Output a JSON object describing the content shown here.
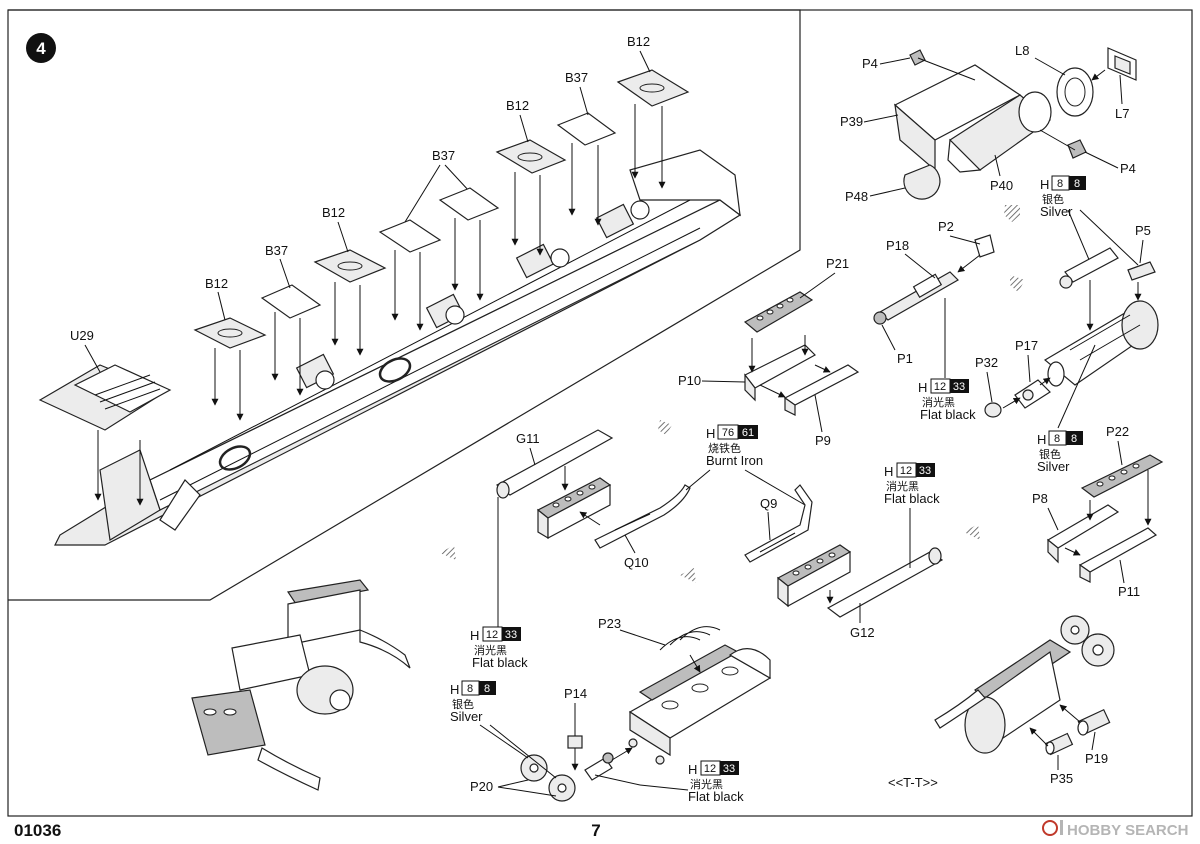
{
  "page": {
    "step_number": "4",
    "kit_number": "01036",
    "page_number": "7",
    "view_note": "<<T-T>>",
    "watermark": "HOBBY SEARCH"
  },
  "part_labels": {
    "B12_a": "B12",
    "B12_b": "B12",
    "B12_c": "B12",
    "B12_d": "B12",
    "B37_a": "B37",
    "B37_b": "B37",
    "B37_c": "B37",
    "U29": "U29",
    "P4_a": "P4",
    "P4_b": "P4",
    "L8": "L8",
    "L7": "L7",
    "P39": "P39",
    "P40": "P40",
    "P48": "P48",
    "P2": "P2",
    "P18": "P18",
    "P1": "P1",
    "P5": "P5",
    "P17": "P17",
    "P32": "P32",
    "P21": "P21",
    "P10": "P10",
    "P9": "P9",
    "P22": "P22",
    "P8": "P8",
    "P11": "P11",
    "G11": "G11",
    "Q10": "Q10",
    "Q9": "Q9",
    "G12": "G12",
    "P23": "P23",
    "P14": "P14",
    "P20": "P20",
    "P19": "P19",
    "P35": "P35"
  },
  "paint_callouts": [
    {
      "id": "silver_1",
      "prefix": "H",
      "code_a": "8",
      "code_b": "8",
      "cn": "银色",
      "en": "Silver"
    },
    {
      "id": "flatblack_1",
      "prefix": "H",
      "code_a": "12",
      "code_b": "33",
      "cn": "消光黑",
      "en": "Flat black"
    },
    {
      "id": "silver_2",
      "prefix": "H",
      "code_a": "8",
      "code_b": "8",
      "cn": "银色",
      "en": "Silver"
    },
    {
      "id": "burntiron",
      "prefix": "H",
      "code_a": "76",
      "code_b": "61",
      "cn": "烧铁色",
      "en": "Burnt Iron"
    },
    {
      "id": "flatblack_2",
      "prefix": "H",
      "code_a": "12",
      "code_b": "33",
      "cn": "消光黑",
      "en": "Flat black"
    },
    {
      "id": "flatblack_3",
      "prefix": "H",
      "code_a": "12",
      "code_b": "33",
      "cn": "消光黑",
      "en": "Flat black"
    },
    {
      "id": "silver_3",
      "prefix": "H",
      "code_a": "8",
      "code_b": "8",
      "cn": "银色",
      "en": "Silver"
    },
    {
      "id": "flatblack_4",
      "prefix": "H",
      "code_a": "12",
      "code_b": "33",
      "cn": "消光黑",
      "en": "Flat black"
    }
  ],
  "colors": {
    "ink": "#111111",
    "paint_box_dark": "#111111",
    "watermark": "#b5b5b5",
    "hobby_search_logo": "#c0392b"
  }
}
